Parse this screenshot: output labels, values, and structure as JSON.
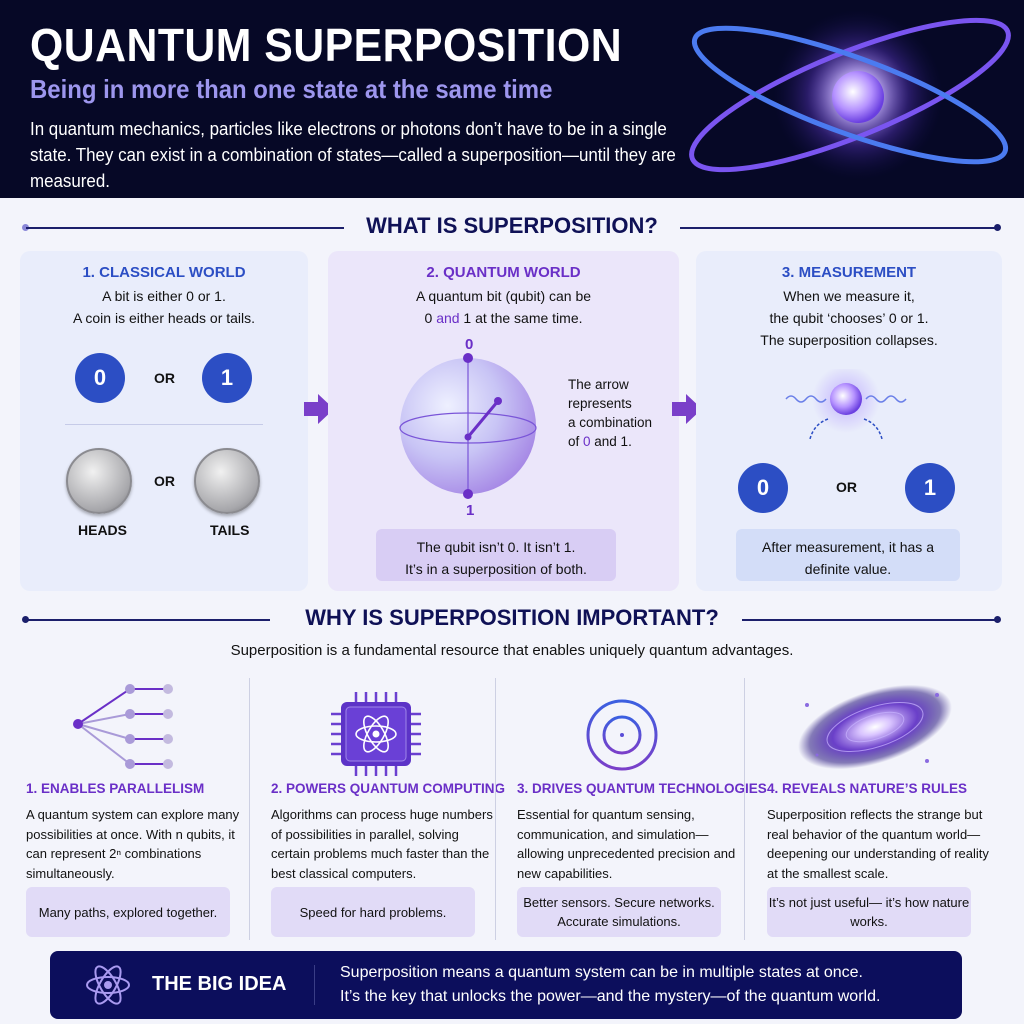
{
  "header": {
    "title": "QUANTUM SUPERPOSITION",
    "subtitle": "Being in more than one state at the same time",
    "intro": "In quantum mechanics, particles like electrons or photons don’t have to be in a single state. They can exist in a combination of states—called a superposition—until they are measured.",
    "hero_icon": "atom-orbit-glow-icon"
  },
  "what": {
    "heading": "WHAT IS SUPERPOSITION?",
    "cards": [
      {
        "title": "1. CLASSICAL WORLD",
        "line1": "A bit is either 0 or 1.",
        "line2": "A coin is either heads or tails.",
        "bit0": "0",
        "or": "OR",
        "bit1": "1",
        "coin_or": "OR",
        "heads": "HEADS",
        "tails": "TAILS"
      },
      {
        "title": "2. QUANTUM WORLD",
        "line1": "A quantum bit (qubit) can be",
        "line2_a": "0 ",
        "line2_and": "and",
        "line2_b": " 1 at the same time.",
        "pole_top": "0",
        "pole_bottom": "1",
        "side1": "The arrow",
        "side2": "represents",
        "side3": "a combination",
        "side4_a": "of ",
        "side4_zero": "0",
        "side4_b": " and 1.",
        "note1": "The qubit isn’t 0. It isn’t 1.",
        "note2": "It’s in a superposition of both."
      },
      {
        "title": "3. MEASUREMENT",
        "line1": "When we measure it,",
        "line2": "the qubit ‘chooses’ 0 or 1.",
        "line3": "The superposition collapses.",
        "bit0": "0",
        "or": "OR",
        "bit1": "1",
        "note1": "After measurement, it has a",
        "note2": "definite value."
      }
    ]
  },
  "why": {
    "heading": "WHY IS SUPERPOSITION IMPORTANT?",
    "subheading": "Superposition is a fundamental resource that enables uniquely quantum advantages.",
    "items": [
      {
        "title": "1. ENABLES PARALLELISM",
        "body": "A quantum system can explore many possibilities at once. With n qubits, it can represent 2ⁿ combinations simultaneously.",
        "tag": "Many paths, explored together.",
        "icon": "branching-paths-icon"
      },
      {
        "title": "2. POWERS QUANTUM COMPUTING",
        "body": "Algorithms can process huge numbers of possibilities in parallel, solving certain problems much faster than the best classical computers.",
        "tag": "Speed for hard problems.",
        "icon": "quantum-chip-icon"
      },
      {
        "title": "3. DRIVES QUANTUM TECHNOLOGIES",
        "body": "Essential for quantum sensing, communication, and simulation—allowing unprecedented precision and new capabilities.",
        "tag": "Better sensors. Secure networks. Accurate simulations.",
        "icon": "crosshair-target-icon"
      },
      {
        "title": "4. REVEALS NATURE’S RULES",
        "body": "Superposition reflects the strange but real behavior of the quantum world—deepening our understanding of reality at the smallest scale.",
        "tag": "It’s not just useful— it’s how nature works.",
        "icon": "galaxy-icon"
      }
    ]
  },
  "big_idea": {
    "label": "THE BIG IDEA",
    "line1": "Superposition means a quantum system can be in multiple states at once.",
    "line2": "It’s the key that unlocks the power—and the mystery—of the quantum world."
  },
  "colors": {
    "header_bg": "#060826",
    "subtitle": "#9d96ee",
    "classical_blue": "#2c4ec4",
    "quantum_purple": "#6a2fc7",
    "navy": "#0f1156"
  }
}
